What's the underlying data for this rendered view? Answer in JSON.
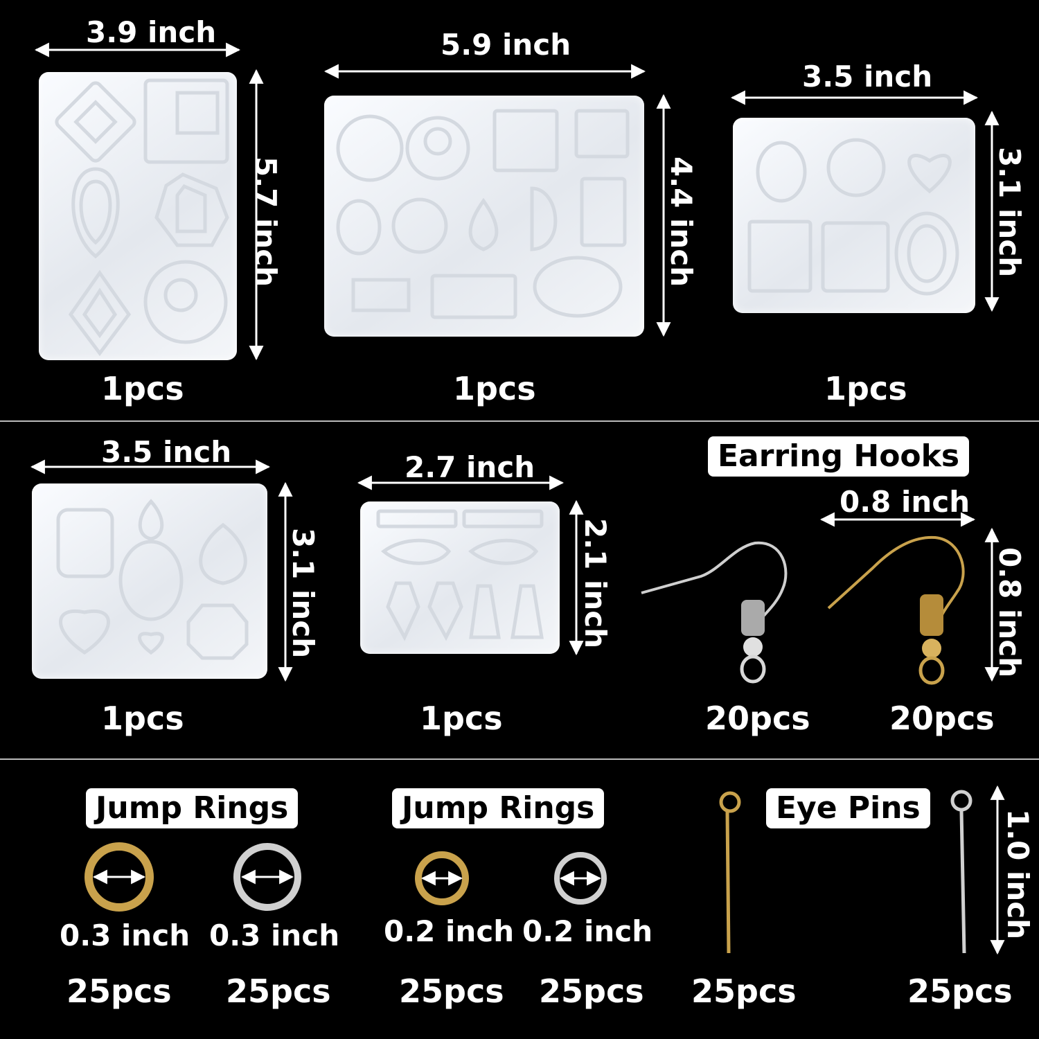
{
  "top_row": {
    "mold_a": {
      "width": "3.9 inch",
      "height": "5.7 inch",
      "qty": "1pcs"
    },
    "mold_b": {
      "width": "5.9 inch",
      "height": "4.4 inch",
      "qty": "1pcs"
    },
    "mold_c": {
      "width": "3.5 inch",
      "height": "3.1 inch",
      "qty": "1pcs"
    }
  },
  "middle_row": {
    "mold_d": {
      "width": "3.5 inch",
      "height": "3.1 inch",
      "qty": "1pcs"
    },
    "mold_e": {
      "width": "2.7 inch",
      "height": "2.1 inch",
      "qty": "1pcs"
    },
    "earring_hooks": {
      "title": "Earring Hooks",
      "width": "0.8 inch",
      "height": "0.8 inch",
      "silver_qty": "20pcs",
      "gold_qty": "20pcs"
    }
  },
  "bottom_row": {
    "jump_rings_large": {
      "title": "Jump Rings",
      "gold_size": "0.3 inch",
      "silver_size": "0.3 inch",
      "gold_qty": "25pcs",
      "silver_qty": "25pcs"
    },
    "jump_rings_small": {
      "title": "Jump Rings",
      "gold_size": "0.2 inch",
      "silver_size": "0.2 inch",
      "gold_qty": "25pcs",
      "silver_qty": "25pcs"
    },
    "eye_pins": {
      "title": "Eye Pins",
      "length": "1.0 inch",
      "gold_qty": "25pcs",
      "silver_qty": "25pcs"
    }
  },
  "colors": {
    "background": "#000000",
    "mold": "#eef1f5",
    "gold": "#c9a24c",
    "silver": "#c8c8c8"
  }
}
